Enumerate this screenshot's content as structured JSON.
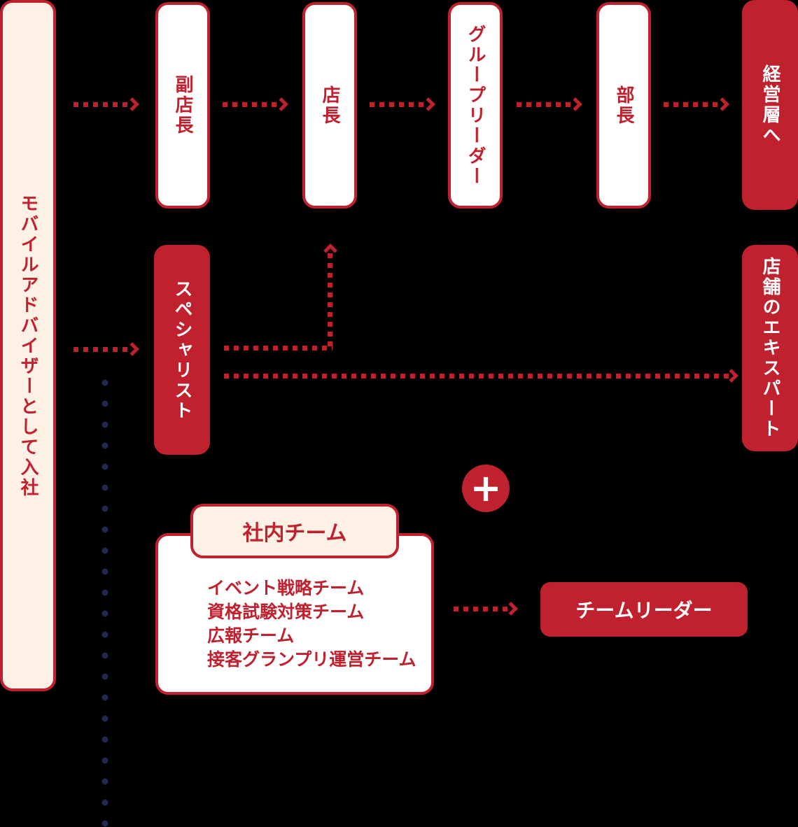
{
  "colors": {
    "red": "#c0212e",
    "cream": "#fdf0e5",
    "navy": "#20294f",
    "white": "#ffffff",
    "background": "#000000"
  },
  "entry_box": {
    "label": "モバイルアドバイザーとして入社"
  },
  "management_path": {
    "boxes": [
      {
        "label": "副店長"
      },
      {
        "label": "店長"
      },
      {
        "label": "グループリーダー"
      },
      {
        "label": "部長"
      },
      {
        "label": "経営層へ"
      }
    ]
  },
  "specialist_path": {
    "specialist_label": "スペシャリスト",
    "expert_label": "店舗のエキスパート"
  },
  "icons": {
    "plus_icon": "+"
  },
  "internal_teams": {
    "title": "社内チーム",
    "teams": [
      "イベント戦略チーム",
      "資格試験対策チーム",
      "広報チーム",
      "接客グランプリ運営チーム"
    ],
    "leader_label": "チームリーダー"
  }
}
